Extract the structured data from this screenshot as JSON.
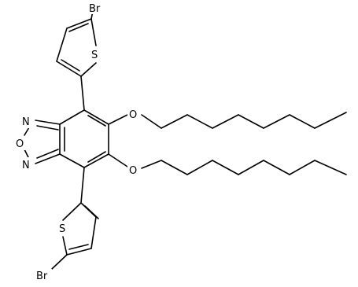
{
  "structure": {
    "atoms": [
      {
        "id": "br_top",
        "text": "Br"
      },
      {
        "id": "s_top",
        "text": "S"
      },
      {
        "id": "n_upper",
        "text": "N"
      },
      {
        "id": "o_ring",
        "text": "O"
      },
      {
        "id": "n_lower",
        "text": "N"
      },
      {
        "id": "o_ether_upper",
        "text": "O"
      },
      {
        "id": "o_ether_lower",
        "text": "O"
      },
      {
        "id": "s_bottom",
        "text": "S"
      },
      {
        "id": "br_bottom",
        "text": "Br"
      }
    ]
  }
}
